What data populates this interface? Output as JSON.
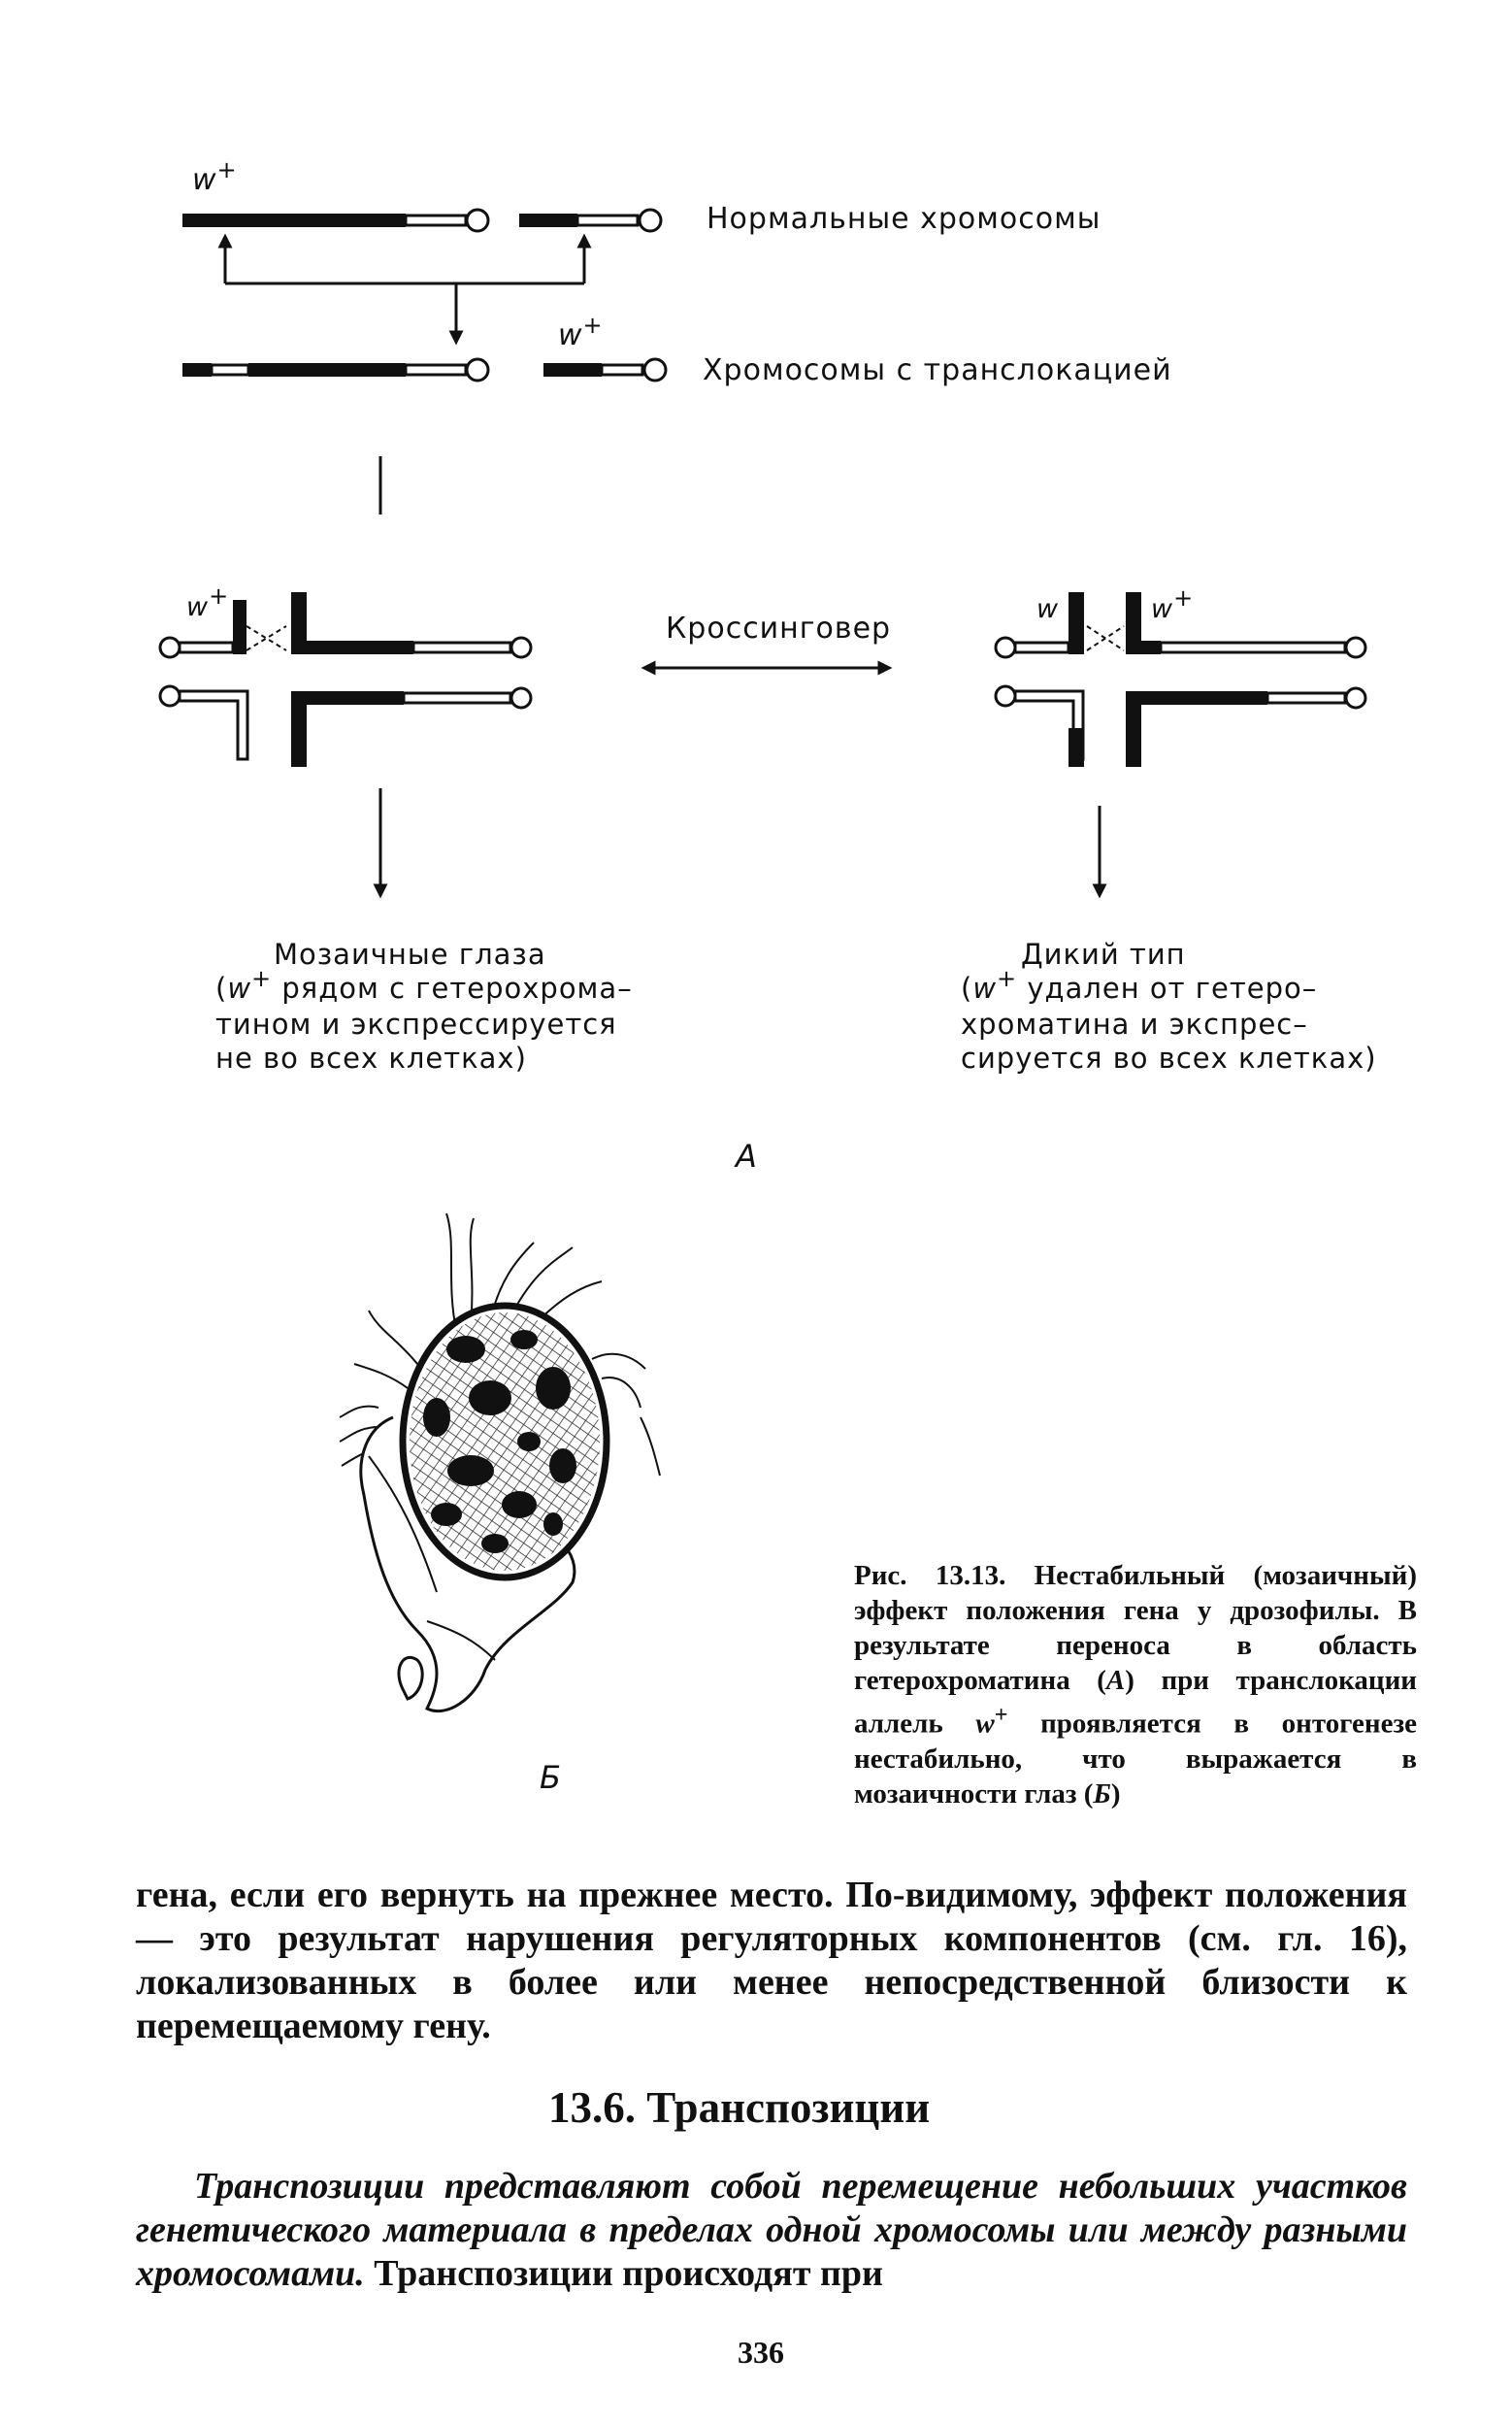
{
  "figure_a": {
    "gene_w_plus": "w",
    "gene_w": "w",
    "sup_plus": "+",
    "normal_label": "Нормальные хромосомы",
    "translocation_label": "Хромосомы с транслокацией",
    "crossing_over_label": "Кроссинговер",
    "mosaic_caption": {
      "title": "Мозаичные глаза",
      "line2_post": " рядом с гетерохрома–",
      "line3": "тином и экспрессируется",
      "line4": "не во всех клетках)"
    },
    "wild_caption": {
      "title": "Дикий тип",
      "line2_post": " удален от гетеро–",
      "line3": "хроматина и экспрес–",
      "line4": "сируется во всех клетках)"
    },
    "panel_letter": "А"
  },
  "figure_b": {
    "panel_letter": "Б"
  },
  "caption": {
    "prefix": "Рис. 13.13. Нестабильный (мозаичный) эффект положения гена у дрозофилы. В результате переноса в область гетерохроматина (",
    "ref_a": "А",
    "mid": ") при транслокации аллель ",
    "allele": "w",
    "allele_sup": "+",
    "mid2": " проявляется в онтогенезе нестабильно, что выражается в мозаичности глаз (",
    "ref_b": "Б",
    "end": ")"
  },
  "body": {
    "paragraph1": "гена, если его вернуть на прежнее место. По-видимому, эффект положения — это результат нарушения регуляторных компонентов (см. гл. 16), локализованных в более или менее непосредственной близости к перемещаемому гену.",
    "section_heading": "13.6. Транспозиции",
    "paragraph2_italic": "Транспозиции представляют собой перемещение небольших участков генетического материала в пределах одной хромосомы или между разными хромосомами.",
    "paragraph2_rest": " Транспозиции происходят при"
  },
  "page_number": "336"
}
